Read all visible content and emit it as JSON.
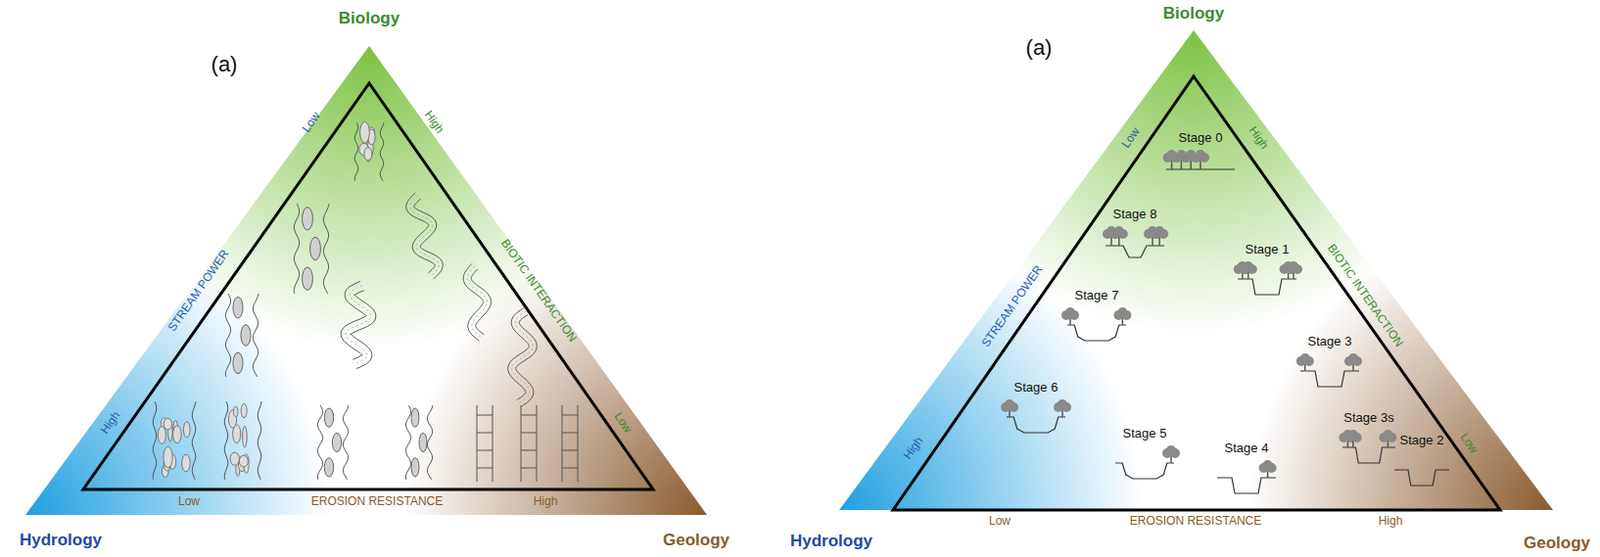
{
  "diagram": {
    "labels": [
      "Biology",
      "(a)",
      "Low",
      "High",
      "STREAM POWER",
      "BIOTIC INTERACTION",
      "High",
      "Low",
      "Low",
      "EROSION RESISTANCE",
      "High",
      "Hydrology",
      "Geology",
      "Biology",
      "(a)",
      "Low",
      "Stage 0",
      "High",
      "Stage 8",
      "Stage 1",
      "STREAM POWER",
      "Stage 7",
      "BIOTIC INTERACTION",
      "Stage 3",
      "Stage 6",
      "Stage 5",
      "Stage 3s",
      "High",
      "Stage 4",
      "Low",
      "Stage 2",
      "Low",
      "EROSION RESISTANCE",
      "High",
      "Hydrology",
      "Geology"
    ]
  }
}
